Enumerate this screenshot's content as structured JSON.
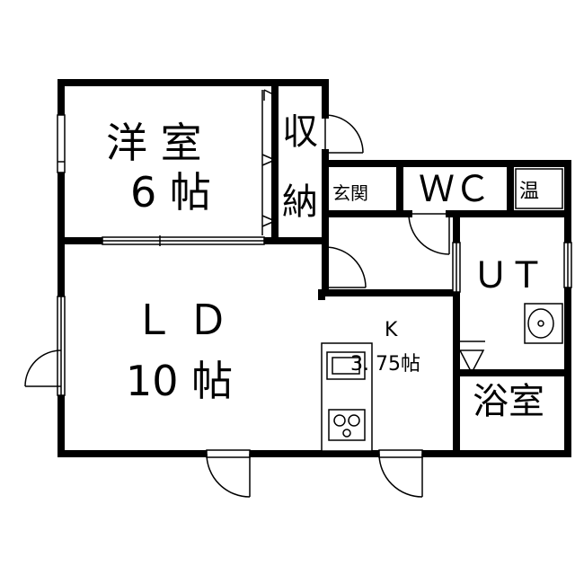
{
  "rooms": {
    "western_room": {
      "name": "洋 室",
      "size": "6 帖"
    },
    "storage": {
      "line1": "収",
      "line2": "納"
    },
    "entrance": {
      "name": "玄関"
    },
    "wc": {
      "name": "ＷＣ"
    },
    "water_heater": {
      "name": "温"
    },
    "ut": {
      "name": "ＵＴ"
    },
    "ld": {
      "name": "Ｌ  Ｄ",
      "size": "10 帖"
    },
    "kitchen": {
      "name": "K",
      "size": "3. 75帖"
    },
    "bath": {
      "name": "浴室"
    }
  },
  "colors": {
    "wall": "#000000",
    "background": "#ffffff"
  }
}
